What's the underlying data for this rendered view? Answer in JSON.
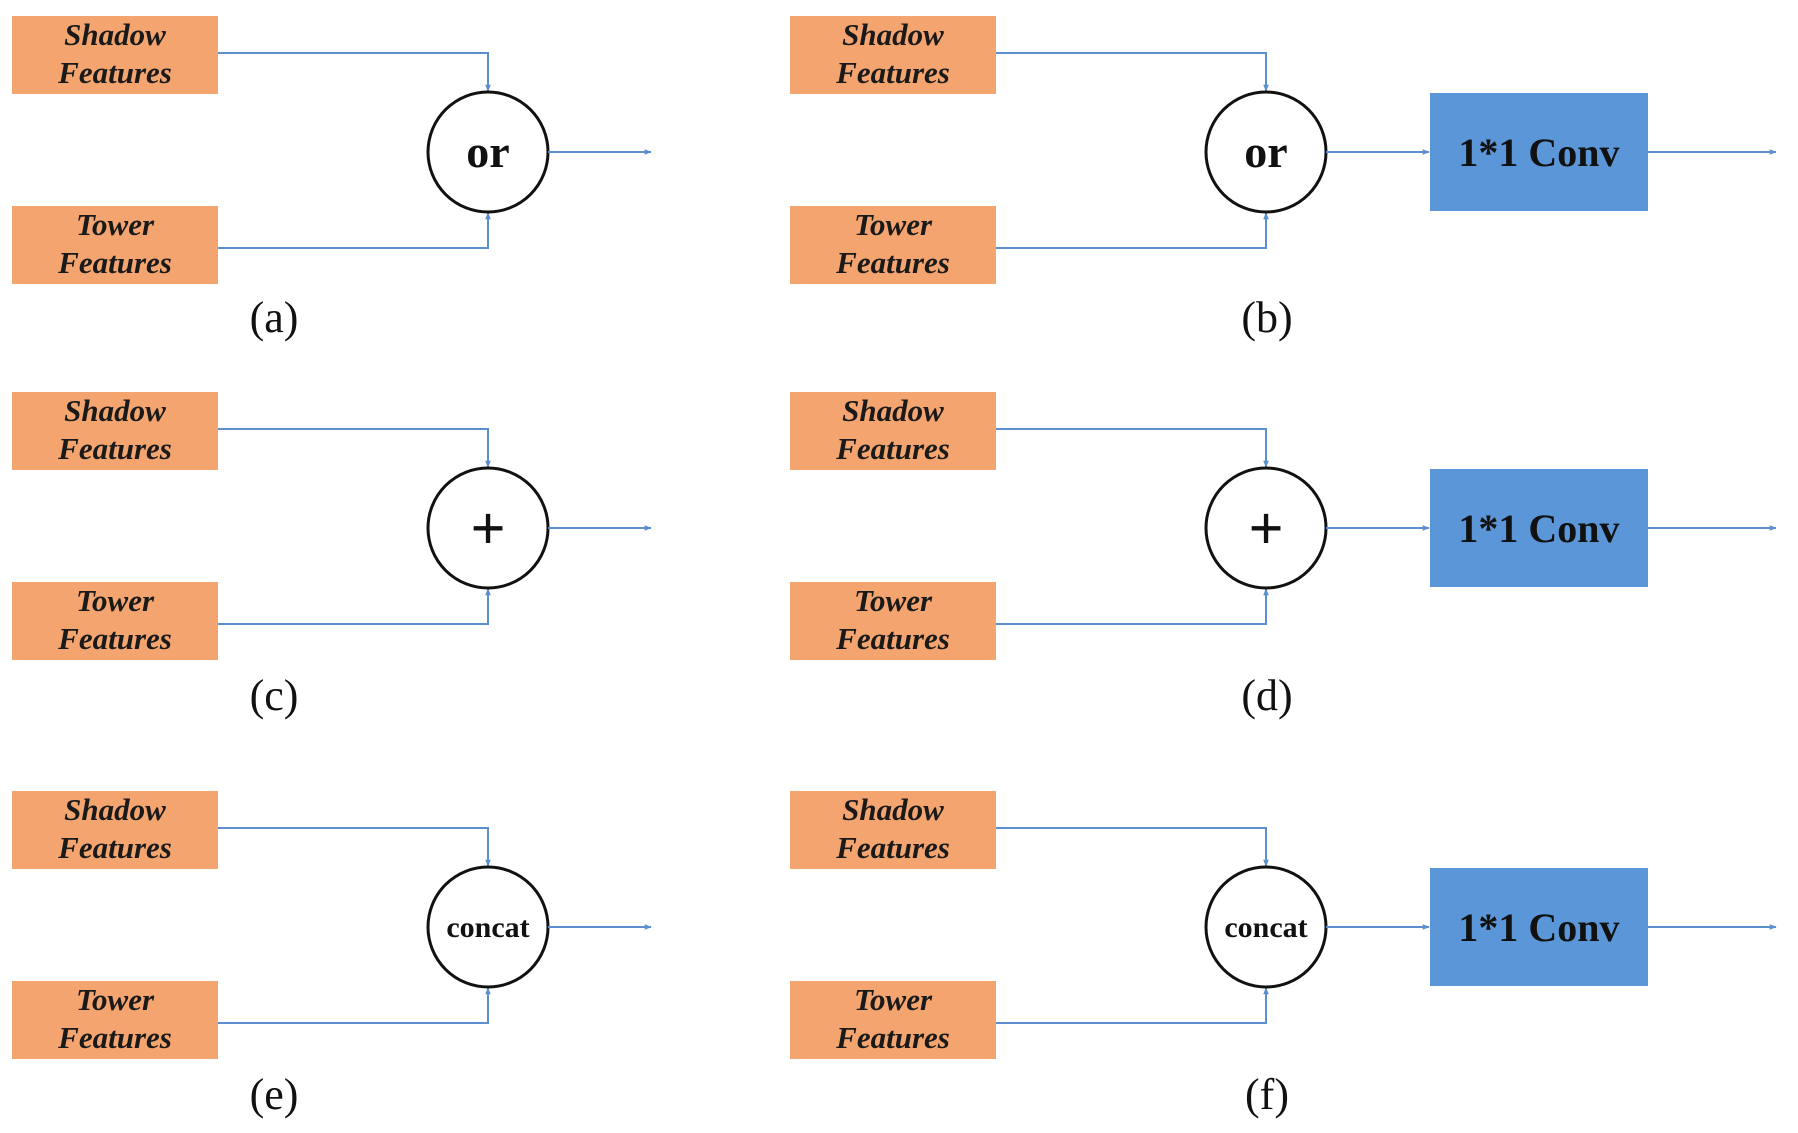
{
  "colors": {
    "feature_box": "#F4A46E",
    "conv_box": "#5B97D8",
    "connector": "#5B8FD0",
    "circle_stroke": "#111111",
    "text": "#111111"
  },
  "shadow_label": [
    "Shadow",
    "Features"
  ],
  "tower_label": [
    "Tower",
    "Features"
  ],
  "conv_label": "1*1 Conv",
  "panels": [
    {
      "id": "a",
      "caption": "(a)",
      "operator": "or",
      "operator_icon": "or-text",
      "has_conv": false
    },
    {
      "id": "b",
      "caption": "(b)",
      "operator": "or",
      "operator_icon": "or-text",
      "has_conv": true
    },
    {
      "id": "c",
      "caption": "(c)",
      "operator": "+",
      "operator_icon": "plus-icon",
      "has_conv": false
    },
    {
      "id": "d",
      "caption": "(d)",
      "operator": "+",
      "operator_icon": "plus-icon",
      "has_conv": true
    },
    {
      "id": "e",
      "caption": "(e)",
      "operator": "concat",
      "operator_icon": "concat-text",
      "has_conv": false
    },
    {
      "id": "f",
      "caption": "(f)",
      "operator": "concat",
      "operator_icon": "concat-text",
      "has_conv": true
    }
  ]
}
